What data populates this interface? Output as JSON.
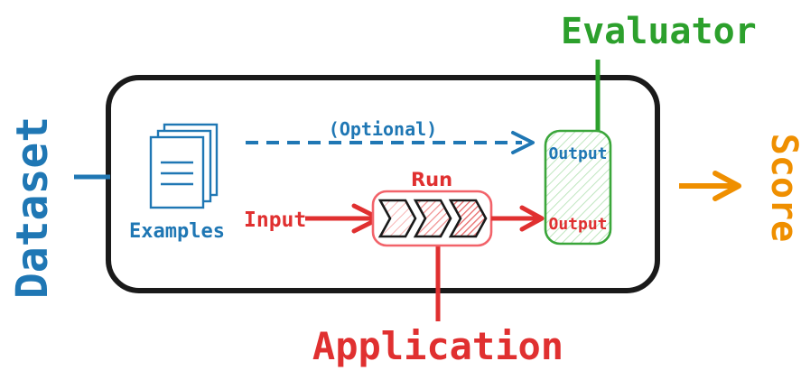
{
  "diagram": {
    "title": "Evaluation Pipeline Diagram",
    "colors": {
      "blue": "#1f77b4",
      "red": "#e03030",
      "green": "#2ca02c",
      "orange": "#ef8f00",
      "black": "#1a1a1a",
      "red_box_border": "#f2636a",
      "green_box_border": "#3aa63a",
      "white": "#ffffff"
    },
    "outer_label_dataset": "Dataset",
    "outer_label_evaluator": "Evaluator",
    "outer_label_application": "Application",
    "outer_label_score": "Score",
    "examples_label": "Examples",
    "optional_label": "(Optional)",
    "input_label": "Input",
    "run_label": "Run",
    "evaluator_output_top": "Output",
    "evaluator_output_bottom": "Output"
  }
}
